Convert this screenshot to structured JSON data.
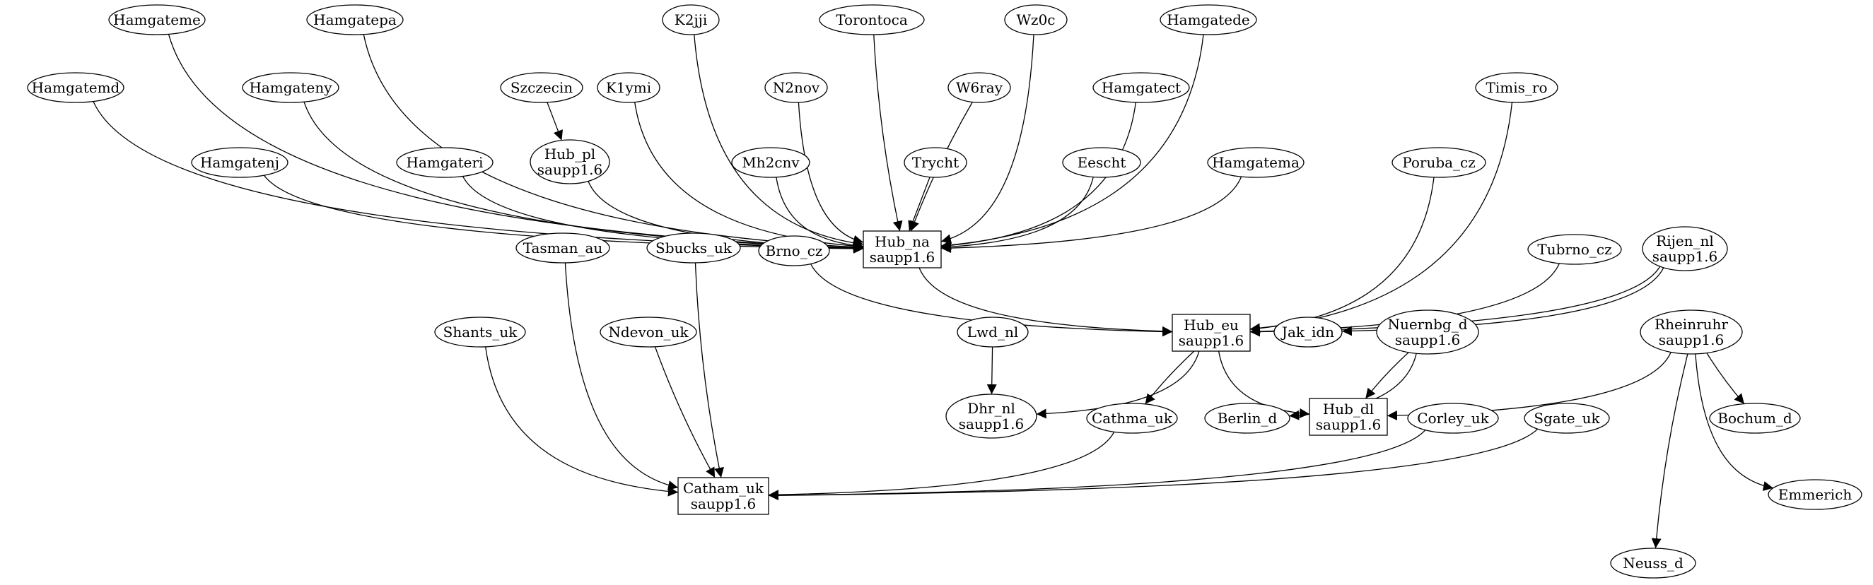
{
  "graph": {
    "nodes": [
      {
        "id": "hamgateme",
        "lines": [
          "Hamgateme"
        ],
        "shape": "ellipse"
      },
      {
        "id": "hamgatepa",
        "lines": [
          "Hamgatepa"
        ],
        "shape": "ellipse"
      },
      {
        "id": "k2jji",
        "lines": [
          "K2jji"
        ],
        "shape": "ellipse"
      },
      {
        "id": "torontoca",
        "lines": [
          "Torontoca"
        ],
        "shape": "ellipse"
      },
      {
        "id": "wz0c",
        "lines": [
          "Wz0c"
        ],
        "shape": "ellipse"
      },
      {
        "id": "hamgatede",
        "lines": [
          "Hamgatede"
        ],
        "shape": "ellipse"
      },
      {
        "id": "hamgatemd",
        "lines": [
          "Hamgatemd"
        ],
        "shape": "ellipse"
      },
      {
        "id": "hamgateny",
        "lines": [
          "Hamgateny"
        ],
        "shape": "ellipse"
      },
      {
        "id": "szczecin",
        "lines": [
          "Szczecin"
        ],
        "shape": "ellipse"
      },
      {
        "id": "k1ymi",
        "lines": [
          "K1ymi"
        ],
        "shape": "ellipse"
      },
      {
        "id": "n2nov",
        "lines": [
          "N2nov"
        ],
        "shape": "ellipse"
      },
      {
        "id": "w6ray",
        "lines": [
          "W6ray"
        ],
        "shape": "ellipse"
      },
      {
        "id": "hamgatect",
        "lines": [
          "Hamgatect"
        ],
        "shape": "ellipse"
      },
      {
        "id": "timis_ro",
        "lines": [
          "Timis_ro"
        ],
        "shape": "ellipse"
      },
      {
        "id": "hamgatenj",
        "lines": [
          "Hamgatenj"
        ],
        "shape": "ellipse"
      },
      {
        "id": "hamgateri",
        "lines": [
          "Hamgateri"
        ],
        "shape": "ellipse"
      },
      {
        "id": "hub_pl",
        "lines": [
          "Hub_pl",
          "saupp1.6"
        ],
        "shape": "ellipse"
      },
      {
        "id": "mh2cnv",
        "lines": [
          "Mh2cnv"
        ],
        "shape": "ellipse"
      },
      {
        "id": "trycht",
        "lines": [
          "Trycht"
        ],
        "shape": "ellipse"
      },
      {
        "id": "eescht",
        "lines": [
          "Eescht"
        ],
        "shape": "ellipse"
      },
      {
        "id": "hamgatema",
        "lines": [
          "Hamgatema"
        ],
        "shape": "ellipse"
      },
      {
        "id": "poruba_cz",
        "lines": [
          "Poruba_cz"
        ],
        "shape": "ellipse"
      },
      {
        "id": "tasman_au",
        "lines": [
          "Tasman_au"
        ],
        "shape": "ellipse"
      },
      {
        "id": "sbucks_uk",
        "lines": [
          "Sbucks_uk"
        ],
        "shape": "ellipse"
      },
      {
        "id": "brno_cz",
        "lines": [
          "Brno_cz"
        ],
        "shape": "ellipse"
      },
      {
        "id": "hub_na",
        "lines": [
          "Hub_na",
          "saupp1.6"
        ],
        "shape": "box"
      },
      {
        "id": "tubrno_cz",
        "lines": [
          "Tubrno_cz"
        ],
        "shape": "ellipse"
      },
      {
        "id": "rijen_nl",
        "lines": [
          "Rijen_nl",
          "saupp1.6"
        ],
        "shape": "ellipse"
      },
      {
        "id": "shants_uk",
        "lines": [
          "Shants_uk"
        ],
        "shape": "ellipse"
      },
      {
        "id": "ndevon_uk",
        "lines": [
          "Ndevon_uk"
        ],
        "shape": "ellipse"
      },
      {
        "id": "lwd_nl",
        "lines": [
          "Lwd_nl"
        ],
        "shape": "ellipse"
      },
      {
        "id": "hub_eu",
        "lines": [
          "Hub_eu",
          "saupp1.6"
        ],
        "shape": "box"
      },
      {
        "id": "jak_idn",
        "lines": [
          "Jak_idn"
        ],
        "shape": "ellipse"
      },
      {
        "id": "nuernbg_d",
        "lines": [
          "Nuernbg_d",
          "saupp1.6"
        ],
        "shape": "ellipse"
      },
      {
        "id": "rheinruhr",
        "lines": [
          "Rheinruhr",
          "saupp1.6"
        ],
        "shape": "ellipse"
      },
      {
        "id": "dhr_nl",
        "lines": [
          "Dhr_nl",
          "saupp1.6"
        ],
        "shape": "ellipse"
      },
      {
        "id": "cathma_uk",
        "lines": [
          "Cathma_uk"
        ],
        "shape": "ellipse"
      },
      {
        "id": "berlin_d",
        "lines": [
          "Berlin_d"
        ],
        "shape": "ellipse"
      },
      {
        "id": "hub_dl",
        "lines": [
          "Hub_dl",
          "saupp1.6"
        ],
        "shape": "box"
      },
      {
        "id": "corley_uk",
        "lines": [
          "Corley_uk"
        ],
        "shape": "ellipse"
      },
      {
        "id": "sgate_uk",
        "lines": [
          "Sgate_uk"
        ],
        "shape": "ellipse"
      },
      {
        "id": "bochum_d",
        "lines": [
          "Bochum_d"
        ],
        "shape": "ellipse"
      },
      {
        "id": "catham_uk",
        "lines": [
          "Catham_uk",
          "saupp1.6"
        ],
        "shape": "box"
      },
      {
        "id": "emmerich",
        "lines": [
          "Emmerich"
        ],
        "shape": "ellipse"
      },
      {
        "id": "neuss_d",
        "lines": [
          "Neuss_d"
        ],
        "shape": "ellipse"
      }
    ],
    "edges": [
      {
        "from": "hamgatemd",
        "to": "hub_na"
      },
      {
        "from": "hamgateme",
        "to": "hub_na"
      },
      {
        "from": "hamgateny",
        "to": "hub_na"
      },
      {
        "from": "hamgatepa",
        "to": "hub_na"
      },
      {
        "from": "hamgatenj",
        "to": "hub_na"
      },
      {
        "from": "hamgateri",
        "to": "hub_na"
      },
      {
        "from": "hub_pl",
        "to": "hub_na"
      },
      {
        "from": "k1ymi",
        "to": "hub_na"
      },
      {
        "from": "k2jji",
        "to": "hub_na"
      },
      {
        "from": "mh2cnv",
        "to": "hub_na"
      },
      {
        "from": "n2nov",
        "to": "hub_na"
      },
      {
        "from": "torontoca",
        "to": "hub_na"
      },
      {
        "from": "trycht",
        "to": "hub_na"
      },
      {
        "from": "w6ray",
        "to": "hub_na"
      },
      {
        "from": "wz0c",
        "to": "hub_na"
      },
      {
        "from": "eescht",
        "to": "hub_na"
      },
      {
        "from": "hamgatect",
        "to": "hub_na"
      },
      {
        "from": "hamgatede",
        "to": "hub_na"
      },
      {
        "from": "hamgatema",
        "to": "hub_na"
      },
      {
        "from": "szczecin",
        "to": "hub_pl"
      },
      {
        "from": "hub_na",
        "to": "hub_eu"
      },
      {
        "from": "brno_cz",
        "to": "hub_eu"
      },
      {
        "from": "poruba_cz",
        "to": "hub_eu"
      },
      {
        "from": "timis_ro",
        "to": "hub_eu"
      },
      {
        "from": "tubrno_cz",
        "to": "hub_eu"
      },
      {
        "from": "rijen_nl",
        "to": "hub_eu"
      },
      {
        "from": "rijen_nl",
        "to": "jak_idn"
      },
      {
        "from": "hub_eu",
        "to": "dhr_nl"
      },
      {
        "from": "hub_eu",
        "to": "cathma_uk"
      },
      {
        "from": "hub_eu",
        "to": "hub_dl"
      },
      {
        "from": "lwd_nl",
        "to": "dhr_nl"
      },
      {
        "from": "nuernbg_d",
        "to": "berlin_d"
      },
      {
        "from": "nuernbg_d",
        "to": "hub_dl"
      },
      {
        "from": "rheinruhr",
        "to": "hub_dl"
      },
      {
        "from": "rheinruhr",
        "to": "bochum_d"
      },
      {
        "from": "rheinruhr",
        "to": "emmerich"
      },
      {
        "from": "rheinruhr",
        "to": "neuss_d"
      },
      {
        "from": "shants_uk",
        "to": "catham_uk"
      },
      {
        "from": "tasman_au",
        "to": "catham_uk"
      },
      {
        "from": "ndevon_uk",
        "to": "catham_uk"
      },
      {
        "from": "sbucks_uk",
        "to": "catham_uk"
      },
      {
        "from": "cathma_uk",
        "to": "catham_uk"
      },
      {
        "from": "corley_uk",
        "to": "catham_uk"
      },
      {
        "from": "sgate_uk",
        "to": "catham_uk"
      }
    ]
  }
}
